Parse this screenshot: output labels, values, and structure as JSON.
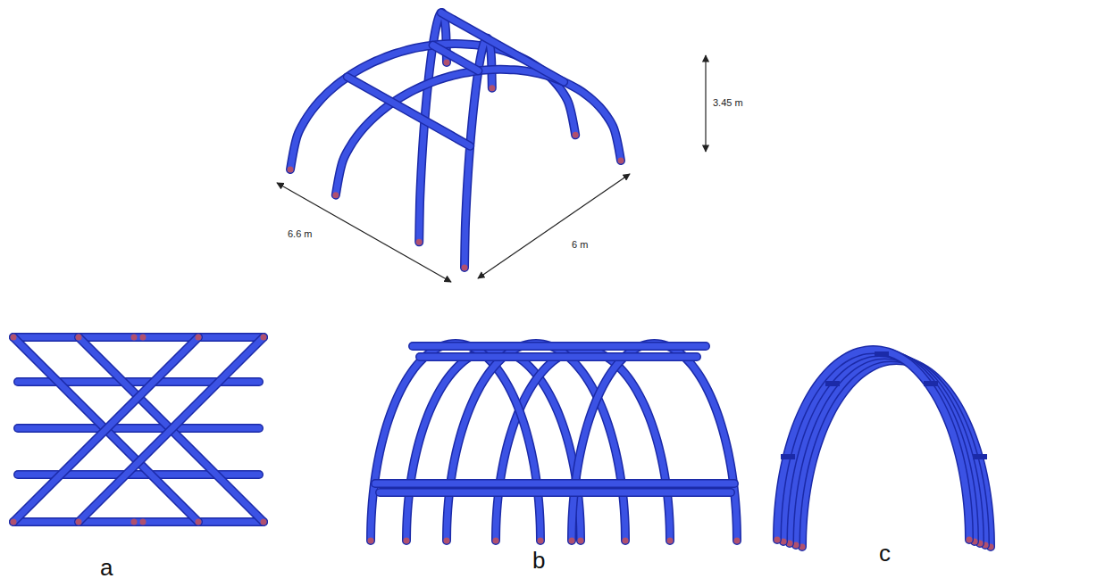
{
  "diagram": {
    "labels": [
      "6.6 m",
      "6 m",
      "3.45 m",
      "a",
      "b",
      "c"
    ]
  }
}
